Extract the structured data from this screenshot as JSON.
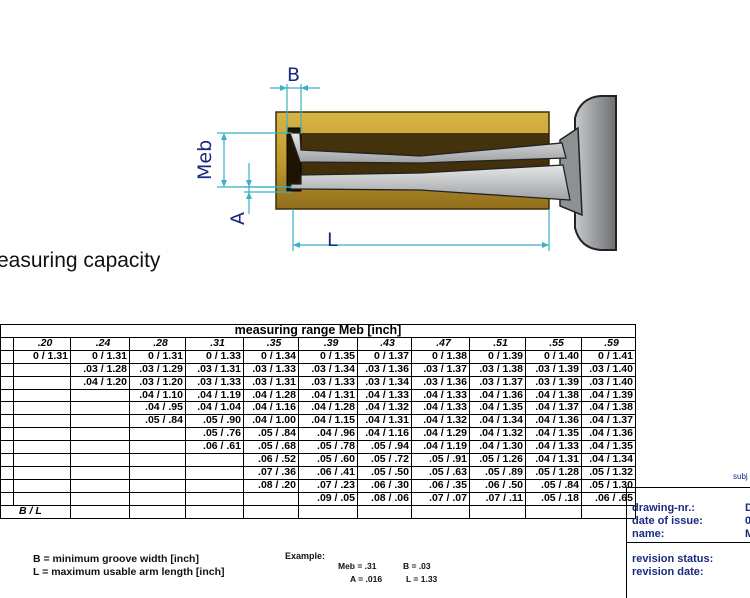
{
  "diagram": {
    "label_b": "B",
    "label_meb": "Meb",
    "label_a": "A",
    "label_l": "L"
  },
  "heading": "easuring capacity",
  "table": {
    "title": "measuring range   Meb   [inch]",
    "headers": [
      ".20",
      ".24",
      ".28",
      ".31",
      ".35",
      ".39",
      ".43",
      ".47",
      ".51",
      ".55",
      ".59"
    ],
    "rows": [
      [
        "0 / 1.31",
        "0 / 1.31",
        "0 / 1.31",
        "0 / 1.33",
        "0 / 1.34",
        "0 / 1.35",
        "0 / 1.37",
        "0 / 1.38",
        "0 / 1.39",
        "0 / 1.40",
        "0 / 1.41"
      ],
      [
        "",
        ".03 / 1.28",
        ".03 / 1.29",
        ".03 / 1.31",
        ".03 / 1.33",
        ".03 / 1.34",
        ".03 / 1.36",
        ".03 / 1.37",
        ".03 / 1.38",
        ".03 / 1.39",
        ".03 / 1.40"
      ],
      [
        "",
        ".04 / 1.20",
        ".03 / 1.20",
        ".03 / 1.33",
        ".03 / 1.31",
        ".03 / 1.33",
        ".03 / 1.34",
        ".03 / 1.36",
        ".03 / 1.37",
        ".03 / 1.39",
        ".03 / 1.40"
      ],
      [
        "",
        "",
        ".04 / 1.10",
        ".04 / 1.19",
        ".04 / 1.28",
        ".04 / 1.31",
        ".04 / 1.33",
        ".04 / 1.33",
        ".04 / 1.36",
        ".04 / 1.38",
        ".04 / 1.39"
      ],
      [
        "",
        "",
        ".04 / .95",
        ".04 / 1.04",
        ".04 / 1.16",
        ".04 / 1.28",
        ".04 / 1.32",
        ".04 / 1.33",
        ".04 / 1.35",
        ".04 / 1.37",
        ".04 / 1.38"
      ],
      [
        "",
        "",
        ".05 / .84",
        ".05 / .90",
        ".04 / 1.00",
        ".04 / 1.15",
        ".04 / 1.31",
        ".04 / 1.32",
        ".04 / 1.34",
        ".04 / 1.36",
        ".04 / 1.37"
      ],
      [
        "",
        "",
        "",
        ".05 / .76",
        ".05 / .84",
        ".04 / .96",
        ".04 / 1.16",
        ".04 / 1.29",
        ".04 / 1.32",
        ".04 / 1.35",
        ".04 / 1.36"
      ],
      [
        "",
        "",
        "",
        ".06 / .61",
        ".05 / .68",
        ".05 / .78",
        ".05 / .94",
        ".04 / 1.19",
        ".04 / 1.30",
        ".04 / 1.33",
        ".04 / 1.35"
      ],
      [
        "",
        "",
        "",
        "",
        ".06 / .52",
        ".05 / .60",
        ".05 / .72",
        ".05 / .91",
        ".05 / 1.26",
        ".04 / 1.31",
        ".04 / 1.34"
      ],
      [
        "",
        "",
        "",
        "",
        ".07 / .36",
        ".06 / .41",
        ".05 / .50",
        ".05 / .63",
        ".05 / .89",
        ".05 / 1.28",
        ".05 / 1.32"
      ],
      [
        "",
        "",
        "",
        "",
        ".08 / .20",
        ".07 / .23",
        ".06 / .30",
        ".06 / .35",
        ".06 / .50",
        ".05 / .84",
        ".05 / 1.30"
      ],
      [
        "",
        "",
        "",
        "",
        "",
        ".09 / .05",
        ".08 / .06",
        ".07 / .07",
        ".07 / .11",
        ".05 / .18",
        ".06 / .65"
      ]
    ],
    "bl_label": "B / L"
  },
  "legend": {
    "b_line": "B = minimum groove width [inch]",
    "l_line": "L = maximum usable arm length [inch]"
  },
  "example": {
    "label": "Example:",
    "meb": "Meb = .31",
    "b": "B = .03",
    "a": "A = .016",
    "l": "L = 1.33"
  },
  "footer": {
    "subject_partial": "subj",
    "drawing_nr_label": "drawing-nr.:",
    "drawing_nr_partial": "D",
    "date_issue_label": "date of issue:",
    "date_issue_partial": "0",
    "name_label": "name:",
    "name_partial": "M",
    "revision_status_label": "revision status:",
    "revision_date_label": "revision date:"
  },
  "colors": {
    "brass": "#c39a2e",
    "dimension_lines": "#3ab0c4",
    "dimension_text": "#1a2a80",
    "arm_grey": "#b9bbbd"
  }
}
